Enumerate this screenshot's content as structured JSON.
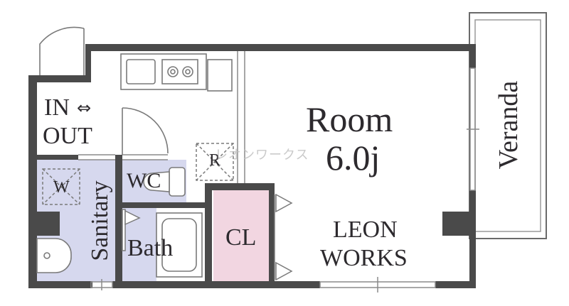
{
  "rooms": {
    "room": {
      "label": "Room",
      "size": "6.0j"
    },
    "veranda": {
      "label": "Veranda"
    },
    "entrance": {
      "line1": "IN",
      "arrow": "⇔",
      "line2": "OUT"
    },
    "sanitary": {
      "label": "Sanitary"
    },
    "washer": {
      "label": "W"
    },
    "wc": {
      "label": "WC"
    },
    "bath": {
      "label": "Bath"
    },
    "closet": {
      "label": "CL"
    },
    "refrigerator": {
      "label": "R"
    }
  },
  "brand": {
    "line1": "LEON",
    "line2": "WORKS",
    "watermark": "レオンワークス"
  },
  "colors": {
    "wall": "#4a4a4a",
    "wet_area": "#d6d8ee",
    "closet": "#f2d6e1",
    "text": "#2d2a2e",
    "line": "#8a8a8a"
  }
}
